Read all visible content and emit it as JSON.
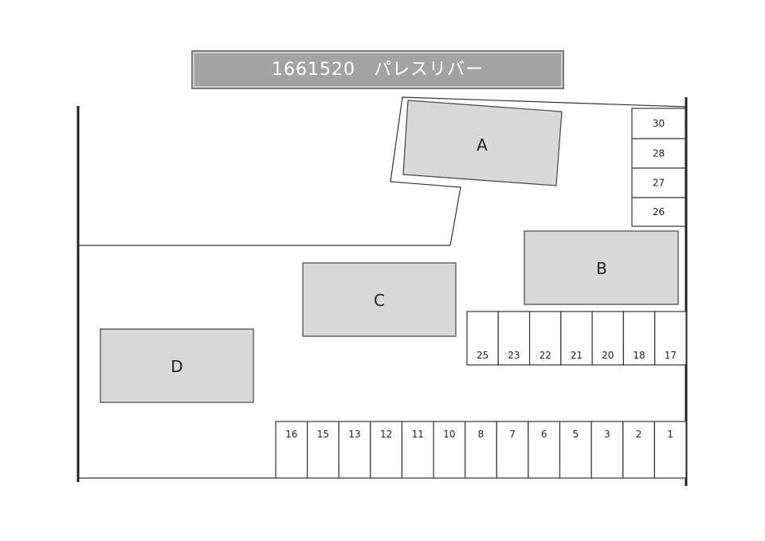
{
  "title": "1661520　パレスリバー",
  "buildings": [
    {
      "id": "A",
      "label": "A"
    },
    {
      "id": "B",
      "label": "B"
    },
    {
      "id": "C",
      "label": "C"
    },
    {
      "id": "D",
      "label": "D"
    }
  ],
  "parking": {
    "right_column": [
      "30",
      "28",
      "27",
      "26"
    ],
    "middle_row": [
      "25",
      "23",
      "22",
      "21",
      "20",
      "18",
      "17"
    ],
    "bottom_row": [
      "16",
      "15",
      "13",
      "12",
      "11",
      "10",
      "8",
      "7",
      "6",
      "5",
      "3",
      "2",
      "1"
    ]
  },
  "colors": {
    "building_fill": "#d9d9d9",
    "title_fill": "#a3a3a3",
    "line": "#222222"
  }
}
